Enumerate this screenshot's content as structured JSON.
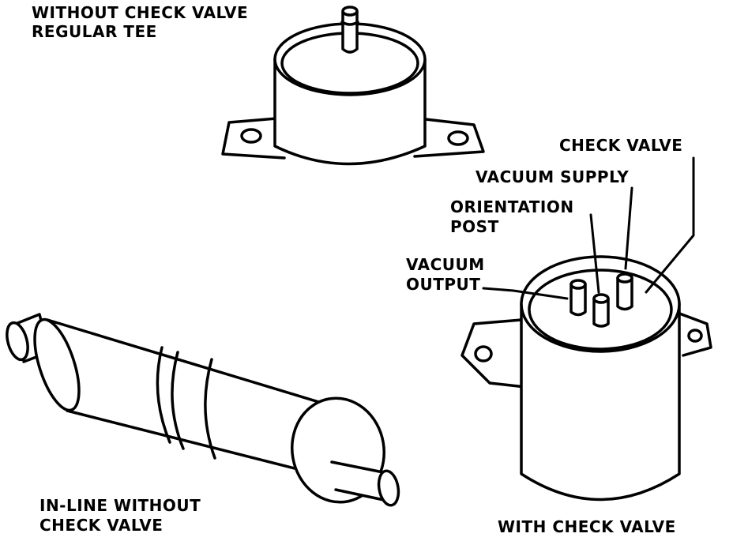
{
  "labels": {
    "without_check_valve": "WITHOUT CHECK VALVE",
    "regular_tee": "REGULAR TEE",
    "check_valve": "CHECK VALVE",
    "vacuum_supply": "VACUUM SUPPLY",
    "orientation": "ORIENTATION",
    "post": "POST",
    "vacuum": "VACUUM",
    "output": "OUTPUT",
    "inline_without": "IN-LINE WITHOUT",
    "inline_check_valve": "CHECK VALVE",
    "with_check_valve": "WITH CHECK VALVE"
  }
}
